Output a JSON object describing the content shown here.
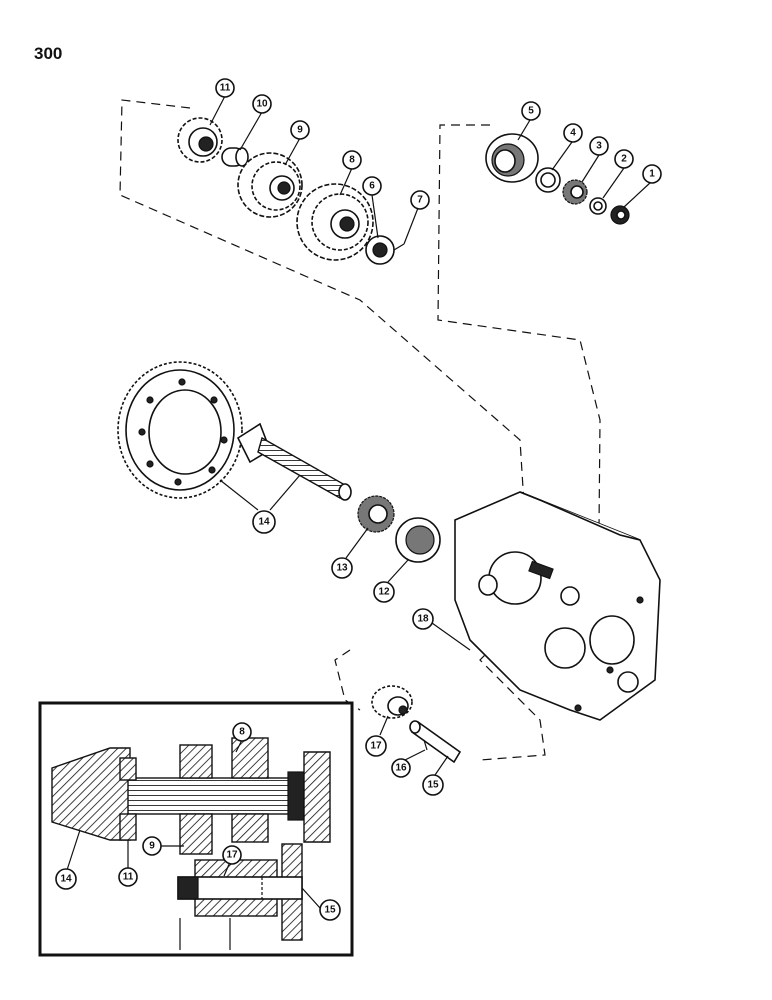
{
  "page_number": "300",
  "callouts": {
    "c1": "1",
    "c2": "2",
    "c3": "3",
    "c4": "4",
    "c5": "5",
    "c6": "6",
    "c7": "7",
    "c8": "8",
    "c9": "9",
    "c10": "10",
    "c11": "11",
    "c12": "12",
    "c13": "13",
    "c14": "14",
    "c15": "15",
    "c16": "16",
    "c17": "17",
    "c18": "18"
  },
  "inset_callouts": {
    "i8": "8",
    "i9": "9",
    "i11": "11",
    "i14": "14",
    "i15": "15",
    "i17": "17"
  }
}
